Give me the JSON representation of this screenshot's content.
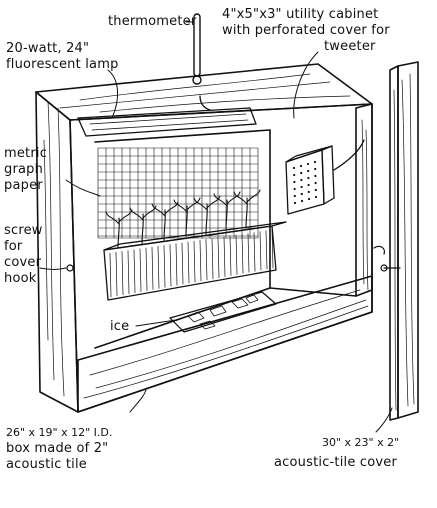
{
  "labels": {
    "thermometer": "thermometer",
    "lamp_line1": "20-watt, 24\"",
    "lamp_line2": "fluorescent lamp",
    "cabinet_line1": "4\"x5\"x3\" utility cabinet",
    "cabinet_line2": "with perforated cover for",
    "cabinet_line3": "tweeter",
    "graph_line1": "metric",
    "graph_line2": "graph",
    "graph_line3": "paper",
    "screw_line1": "screw",
    "screw_line2": "for",
    "screw_line3": "cover",
    "screw_line4": "hook",
    "ice": "ice",
    "box_line1": "26\" x 19\" x 12\" I.D.",
    "box_line2": "box made of 2\"",
    "box_line3": "acoustic tile",
    "cover_line1": "30\" x 23\" x 2\"",
    "cover_line2": "acoustic-tile cover"
  },
  "colors": {
    "ink": "#111111",
    "paper": "#ffffff"
  }
}
